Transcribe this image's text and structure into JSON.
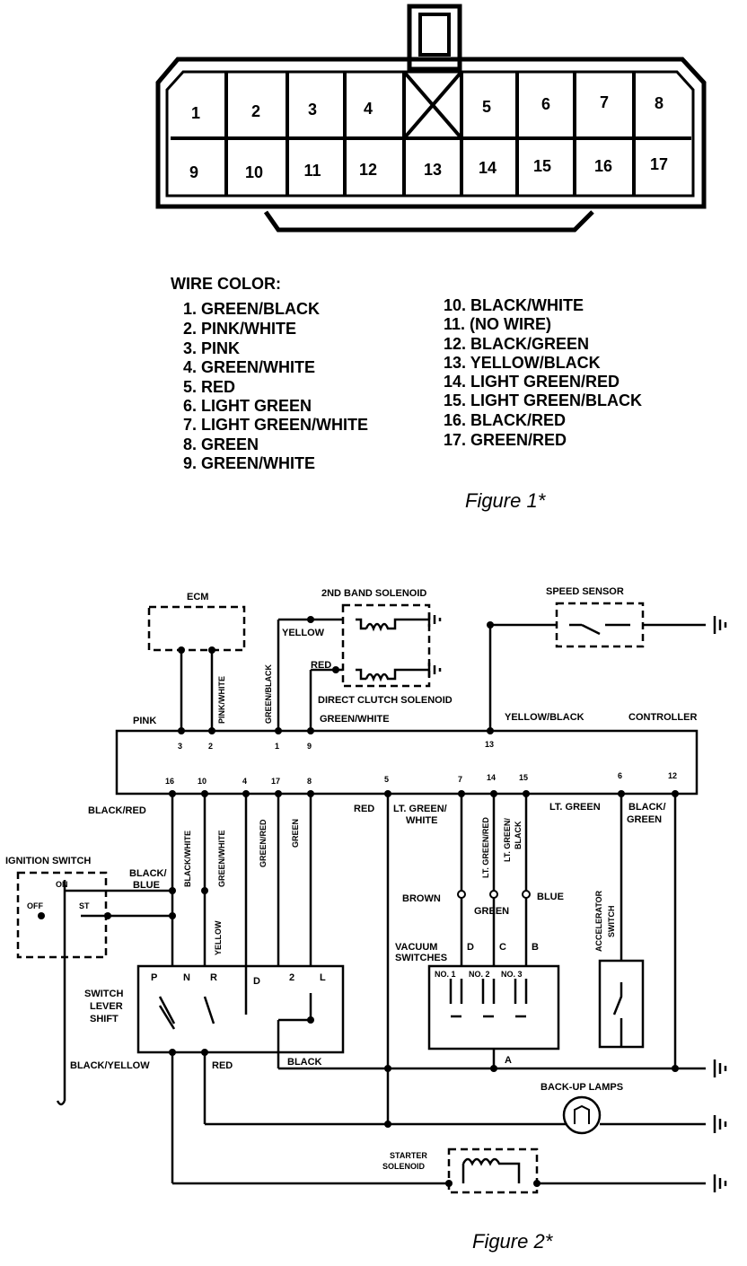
{
  "figure1": {
    "caption": "Figure 1*",
    "connector_top_row": [
      "1",
      "2",
      "3",
      "4",
      "",
      "5",
      "6",
      "7",
      "8"
    ],
    "connector_bottom_row": [
      "9",
      "10",
      "11",
      "12",
      "13",
      "14",
      "15",
      "16",
      "17"
    ],
    "legend_title": "WIRE COLOR:",
    "legend_left": [
      "1. GREEN/BLACK",
      "2. PINK/WHITE",
      "3. PINK",
      "4. GREEN/WHITE",
      "5. RED",
      "6. LIGHT GREEN",
      "7. LIGHT GREEN/WHITE",
      "8. GREEN",
      "9. GREEN/WHITE"
    ],
    "legend_right": [
      "10. BLACK/WHITE",
      "11. (NO WIRE)",
      "12. BLACK/GREEN",
      "13. YELLOW/BLACK",
      "14. LIGHT GREEN/RED",
      "15. LIGHT GREEN/BLACK",
      "16. BLACK/RED",
      "17. GREEN/RED"
    ]
  },
  "figure2": {
    "caption": "Figure 2*",
    "components": {
      "ecm": "ECM",
      "band_solenoid": "2ND BAND SOLENOID",
      "clutch_solenoid": "DIRECT CLUTCH SOLENOID",
      "speed_sensor": "SPEED SENSOR",
      "controller": "CONTROLLER",
      "ignition_switch": "IGNITION SWITCH",
      "switch_lever_shift": [
        "SWITCH",
        "LEVER",
        "SHIFT"
      ],
      "vacuum_switches": [
        "VACUUM",
        "SWITCHES"
      ],
      "accelerator_switch": [
        "ACCELERATOR",
        "SWITCH"
      ],
      "backup_lamps": "BACK-UP LAMPS",
      "starter_solenoid": [
        "STARTER",
        "SOLENOID"
      ]
    },
    "top_pins": [
      "3",
      "2",
      "1",
      "9",
      "13"
    ],
    "bottom_pins": [
      "16",
      "10",
      "4",
      "17",
      "8",
      "5",
      "7",
      "14",
      "15",
      "6",
      "12"
    ],
    "wire_labels": {
      "pink": "PINK",
      "pink_white": "PINK/WHITE",
      "green_black": "GREEN/BLACK",
      "yellow": "YELLOW",
      "red_top": "RED",
      "green_white_top": "GREEN/WHITE",
      "yellow_black": "YELLOW/BLACK",
      "black_red": "BLACK/RED",
      "black_white": "BLACK/WHITE",
      "green_white_bottom": "GREEN/WHITE",
      "green_red": "GREEN/RED",
      "green": "GREEN",
      "red_bottom": "RED",
      "lt_green_white": [
        "LT. GREEN/",
        "WHITE"
      ],
      "lt_green_red": "LT. GREEN/RED",
      "lt_green_black": [
        "LT. GREEN/",
        "BLACK"
      ],
      "lt_green": "LT. GREEN",
      "black_green": [
        "BLACK/",
        "GREEN"
      ],
      "black_blue": [
        "BLACK/",
        "BLUE"
      ],
      "yellow_lever": "YELLOW",
      "brown": "BROWN",
      "green_vac": "GREEN",
      "blue": "BLUE",
      "black_yellow": "BLACK/YELLOW",
      "red_lower": "RED",
      "black_lower": "BLACK",
      "a": "A"
    },
    "ignition_positions": [
      "OFF",
      "ON",
      "ST"
    ],
    "lever_positions": [
      "P",
      "N",
      "R",
      "D",
      "2",
      "L"
    ],
    "vacuum_letters": [
      "D",
      "C",
      "B"
    ],
    "vacuum_nos": [
      "NO. 1",
      "NO. 2",
      "NO. 3"
    ]
  }
}
